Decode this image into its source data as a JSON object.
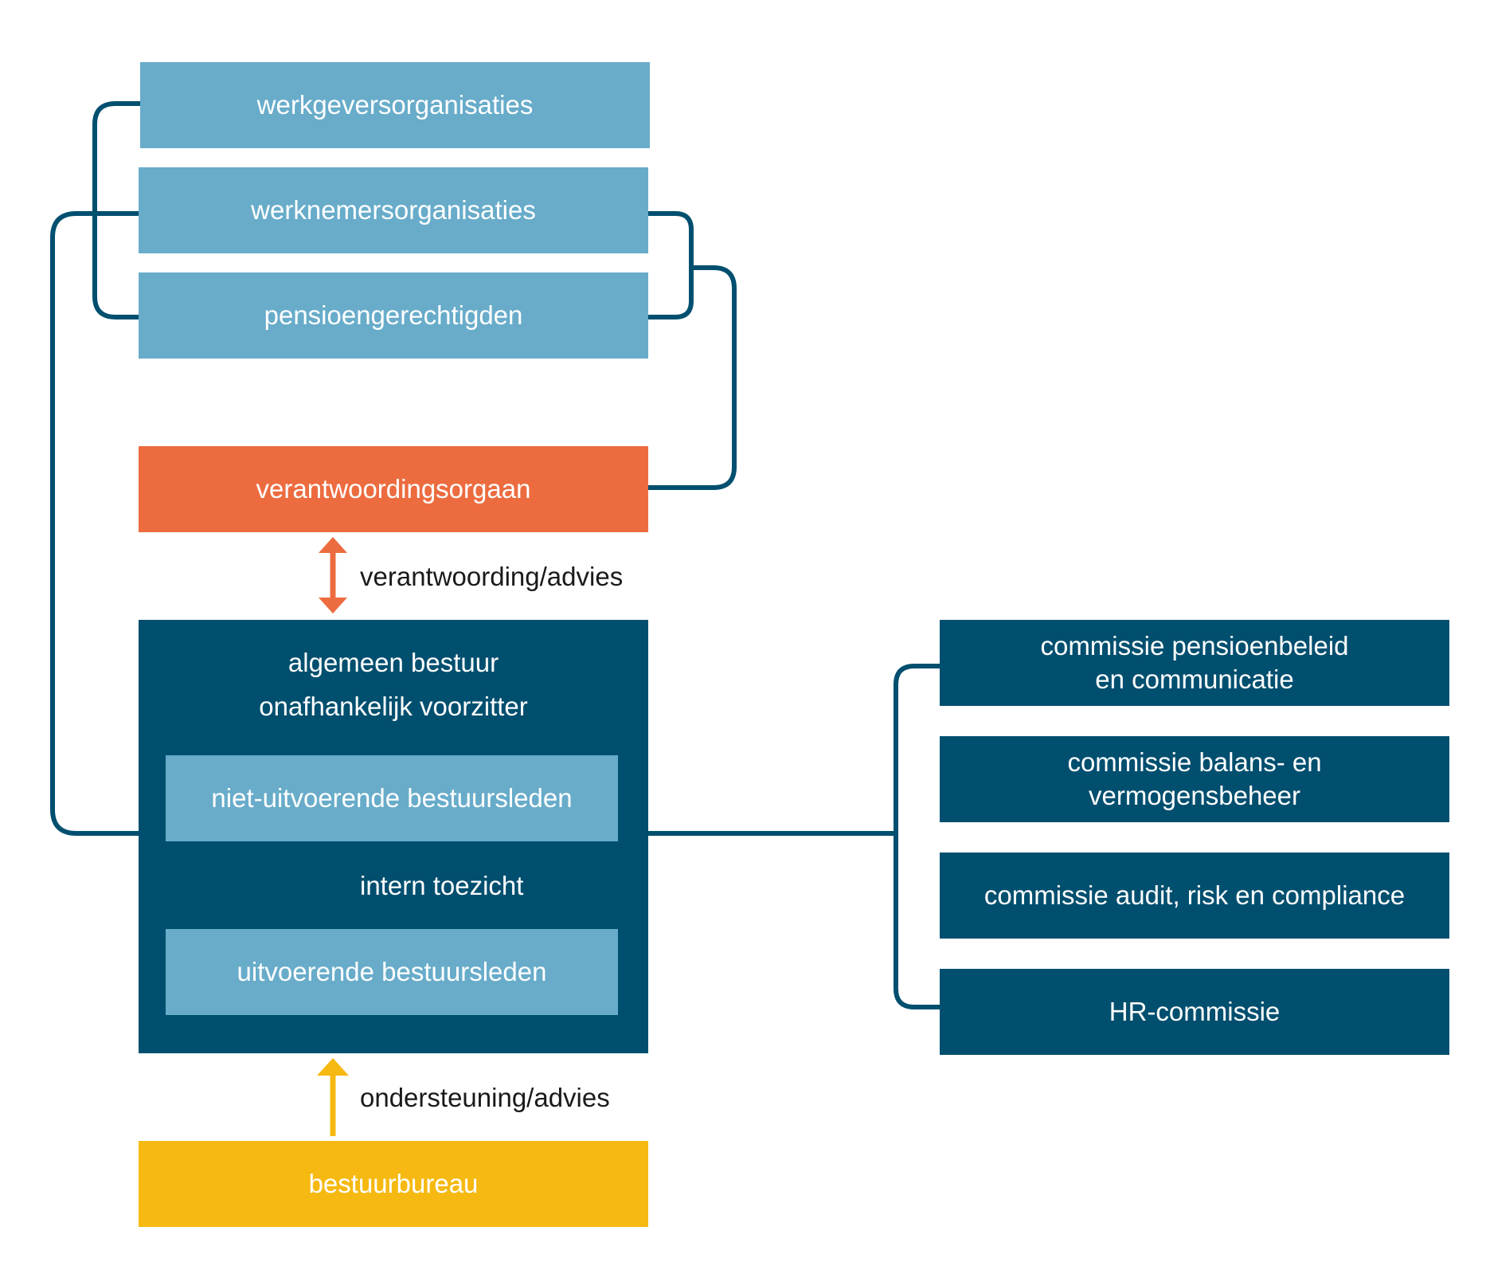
{
  "stakeholders": {
    "employers": "werkgeversorganisaties",
    "employees": "werknemersorganisaties",
    "pensioners": "pensioengerechtigden"
  },
  "accountability_body": "verantwoordingsorgaan",
  "arrows": {
    "accountability": "verantwoording/advies",
    "supervision": "intern toezicht",
    "support": "ondersteuning/advies"
  },
  "board": {
    "title_line1": "algemeen bestuur",
    "title_line2": "onafhankelijk voorzitter",
    "non_executive": "niet-uitvoerende bestuursleden",
    "executive": "uitvoerende bestuursleden"
  },
  "board_office": "bestuurbureau",
  "committees": [
    {
      "line1": "commissie pensioenbeleid",
      "line2": "en communicatie"
    },
    {
      "line1": "commissie balans- en",
      "line2": "vermogensbeheer"
    },
    {
      "line1": "commissie audit, risk en compliance",
      "line2": ""
    },
    {
      "line1": "HR-commissie",
      "line2": ""
    }
  ],
  "colors": {
    "light_blue": "#68acca",
    "dark_blue": "#004f6f",
    "orange": "#ec6c40",
    "yellow": "#f6b911"
  }
}
